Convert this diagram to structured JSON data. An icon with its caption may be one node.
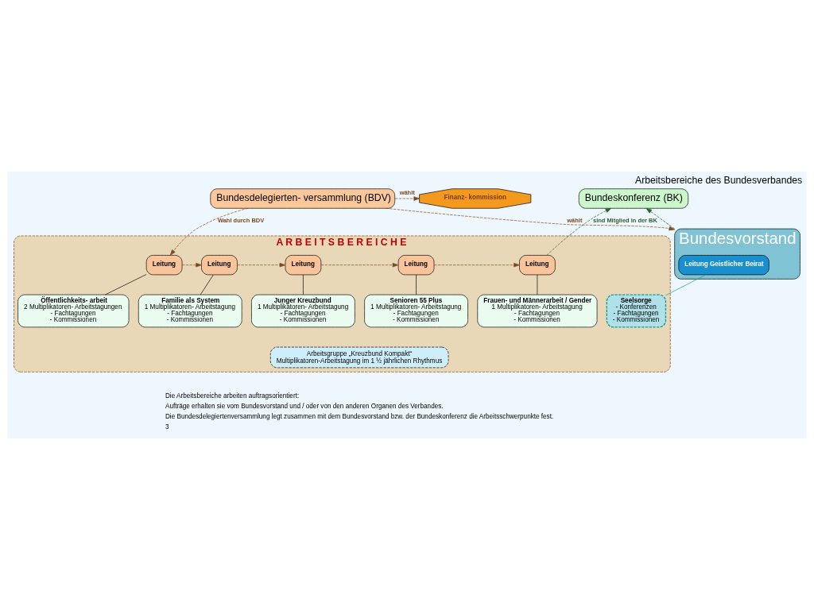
{
  "diagram": {
    "title": "Arbeitsbereiche des Bundesverbandes",
    "nodes": [
      {
        "text": [
          "Bundesdelegierten- versammlung (BDV)"
        ]
      },
      {
        "text": [
          "Finanz- kommission"
        ]
      },
      {
        "text": [
          "Bundeskonferenz (BK)"
        ]
      },
      {
        "text": [
          "Bundesvorstand"
        ]
      },
      {
        "text": [
          "Leitung Geistlicher Beirat"
        ],
        "in": 3
      },
      {
        "text": [
          "A R B E I T S B E R E I C H E"
        ]
      },
      {
        "text": [
          "Leitung"
        ],
        "in": 5
      },
      {
        "text": [
          "Leitung"
        ],
        "in": 5
      },
      {
        "text": [
          "Leitung"
        ],
        "in": 5
      },
      {
        "text": [
          "Leitung"
        ],
        "in": 5
      },
      {
        "text": [
          "Leitung"
        ],
        "in": 5
      },
      {
        "text": [
          "Öffentlichkeits- arbeit",
          "2 Multiplikatoren- Arbeitstagungen",
          "- Fachtagungen",
          "- Kommissionen"
        ],
        "in": 5
      },
      {
        "text": [
          "Familie als System",
          "1 Multiplikatoren- Arbeitstagung",
          "- Fachtagungen",
          "- Kommissionen"
        ],
        "in": 5
      },
      {
        "text": [
          "Junger Kreuzbund",
          "1 Multiplikatoren- Arbeitstagung",
          "- Fachtagungen",
          "- Kommissionen"
        ],
        "in": 5
      },
      {
        "text": [
          "Senioren 55 Plus",
          "1 Multiplikatoren- Arbeitstagung",
          "- Fachtagungen",
          "- Kommissionen"
        ],
        "in": 5
      },
      {
        "text": [
          "Frauen- und Männerarbeit / Gender",
          "1 Multiplikatoren- Arbeitstagung",
          "- Fachtagungen",
          "- Kommissionen"
        ],
        "in": 5
      },
      {
        "text": [
          "Seelsorge",
          "- Konferenzen",
          "- Fachtagungen",
          "- Kommissionen"
        ],
        "in": 5
      },
      {
        "text": [
          "Arbeitsgruppe „Kreuzbund Kompakt“",
          "Multiplikatoren-Arbeitstagung im 1 ½ jährlichen Rhythmus"
        ],
        "in": 5
      }
    ],
    "edges": [
      {
        "from": 0,
        "to": 3,
        "label": "wählt",
        "arrow": "to",
        "style": "dashed"
      },
      {
        "from": 0,
        "to": 1,
        "label": "wählt",
        "arrow": "to",
        "style": "dashed"
      },
      {
        "from": 0,
        "to": 6,
        "label": "Wahl durch BDV",
        "arrow": "to",
        "style": "dashed"
      },
      {
        "from": 6,
        "to": 7,
        "arrow": "to",
        "style": "dashed"
      },
      {
        "from": 7,
        "to": 8,
        "arrow": "to",
        "style": "dashed"
      },
      {
        "from": 8,
        "to": 9,
        "arrow": "to",
        "style": "dashed"
      },
      {
        "from": 9,
        "to": 10,
        "arrow": "to",
        "style": "dashed"
      },
      {
        "from": 10,
        "to": 2,
        "label": "sind Mitglied in der BK",
        "arrow": "to",
        "style": "dashed",
        "color": "#2e5e2e"
      },
      {
        "from": 3,
        "to": 2,
        "arrow": "to",
        "style": "dashed",
        "color": "#2e5e2e"
      },
      {
        "from": 4,
        "to": 16,
        "arrow": "none",
        "color": "#1a9a9a"
      },
      {
        "from": 6,
        "to": 11,
        "arrow": "none",
        "color": "#000000"
      },
      {
        "from": 7,
        "to": 12,
        "arrow": "none",
        "color": "#000000"
      },
      {
        "from": 8,
        "to": 13,
        "arrow": "none",
        "color": "#000000"
      },
      {
        "from": 9,
        "to": 14,
        "arrow": "none",
        "color": "#000000"
      },
      {
        "from": 10,
        "to": 15,
        "arrow": "none",
        "color": "#000000"
      }
    ],
    "labels": [
      "Die Arbeitsbereiche arbeiten auftragsorientiert:",
      "Aufträge erhalten sie vom Bundesvorstand und / oder von den anderen Organen des Verbandes.",
      "Die Bundesdelegiertenversammlung legt zusammen mit dem Bundesvorstand bzw. der Bundeskonferenz die Arbeitsschwerpunkte fest.",
      "3"
    ]
  }
}
